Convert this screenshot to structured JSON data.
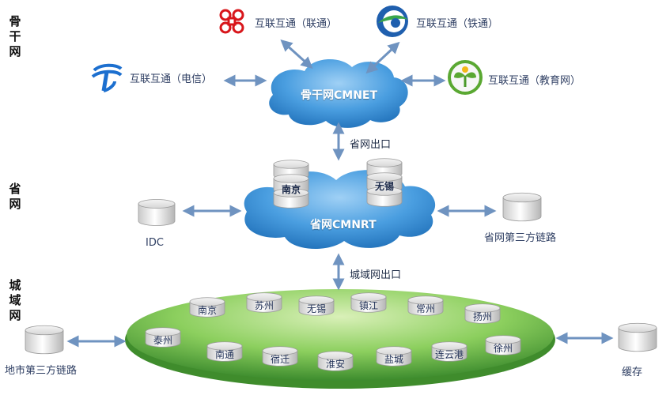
{
  "sections": {
    "backbone": [
      "骨",
      "干",
      "网"
    ],
    "provincial": [
      "省",
      "网"
    ],
    "metro": [
      "城",
      "域",
      "网"
    ]
  },
  "backbone": {
    "cloud_label": "骨干网CMNET",
    "peers": {
      "unicom": "互联互通（联通）",
      "railcom": "互联互通（铁通）",
      "telecom": "互联互通（电信）",
      "edu": "互联互通（教育网）"
    }
  },
  "links": {
    "provincial_exit": "省网出口",
    "metro_exit": "城域网出口"
  },
  "provincial": {
    "cloud_label": "省网CMNRT",
    "nodes": [
      "南京",
      "无锡"
    ],
    "idc": "IDC",
    "third_party": "省网第三方链路"
  },
  "metro": {
    "nodes": [
      "南京",
      "苏州",
      "无锡",
      "镇江",
      "常州",
      "扬州",
      "泰州",
      "南通",
      "宿迁",
      "淮安",
      "盐城",
      "连云港",
      "徐州"
    ],
    "local_third_party": "地市第三方链路",
    "cache": "缓存"
  },
  "colors": {
    "cloud": "#3f8fd6",
    "disk": "#5fb24a",
    "arrow": "#6f93c0",
    "text": "#2f3f63"
  },
  "icons": {
    "unicom": "unicom-logo-icon",
    "railcom": "railcom-logo-icon",
    "telecom": "telecom-logo-icon",
    "edu": "edu-logo-icon"
  }
}
